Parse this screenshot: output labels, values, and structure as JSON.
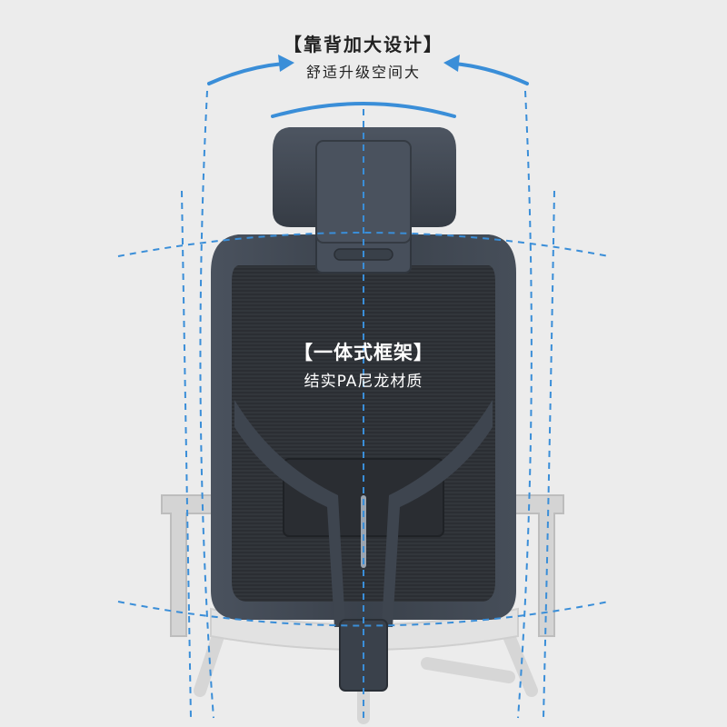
{
  "headline": {
    "title": "【靠背加大设计】",
    "subtitle": "舒适升级空间大"
  },
  "frame_callout": {
    "title": "【一体式框架】",
    "subtitle": "结实PA尼龙材质"
  },
  "colors": {
    "background": "#ececec",
    "accent": "#3a8ed8",
    "frame": "#3d4550",
    "mesh": "#2e3136",
    "armrest": "#cfcfcf",
    "text_dark": "#222222",
    "text_light": "#ffffff"
  },
  "icons": {
    "left_arrow": "curved-arrow-right-icon",
    "right_arrow": "curved-arrow-left-icon"
  }
}
